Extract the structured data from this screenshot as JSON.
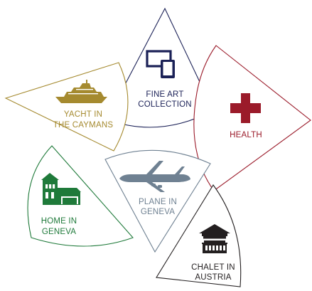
{
  "segments": {
    "fine_art": {
      "line1": "FINE ART",
      "line2": "COLLECTION",
      "color": "#1b2157",
      "icon": "tablet-monitor-icon"
    },
    "health": {
      "line1": "HEALTH",
      "color": "#9b1b2a",
      "icon": "medical-cross-icon"
    },
    "yacht": {
      "line1": "YACHT IN",
      "line2": "THE CAYMANS",
      "color": "#a58a2f",
      "icon": "yacht-icon"
    },
    "plane": {
      "line1": "PLANE IN",
      "line2": "GENEVA",
      "color": "#6f8192",
      "icon": "airplane-icon"
    },
    "home": {
      "line1": "HOME IN",
      "line2": "GENEVA",
      "color": "#1f7a3a",
      "icon": "house-icon"
    },
    "chalet": {
      "line1": "CHALET IN",
      "line2": "AUSTRIA",
      "color": "#231f20",
      "icon": "chalet-icon"
    }
  }
}
